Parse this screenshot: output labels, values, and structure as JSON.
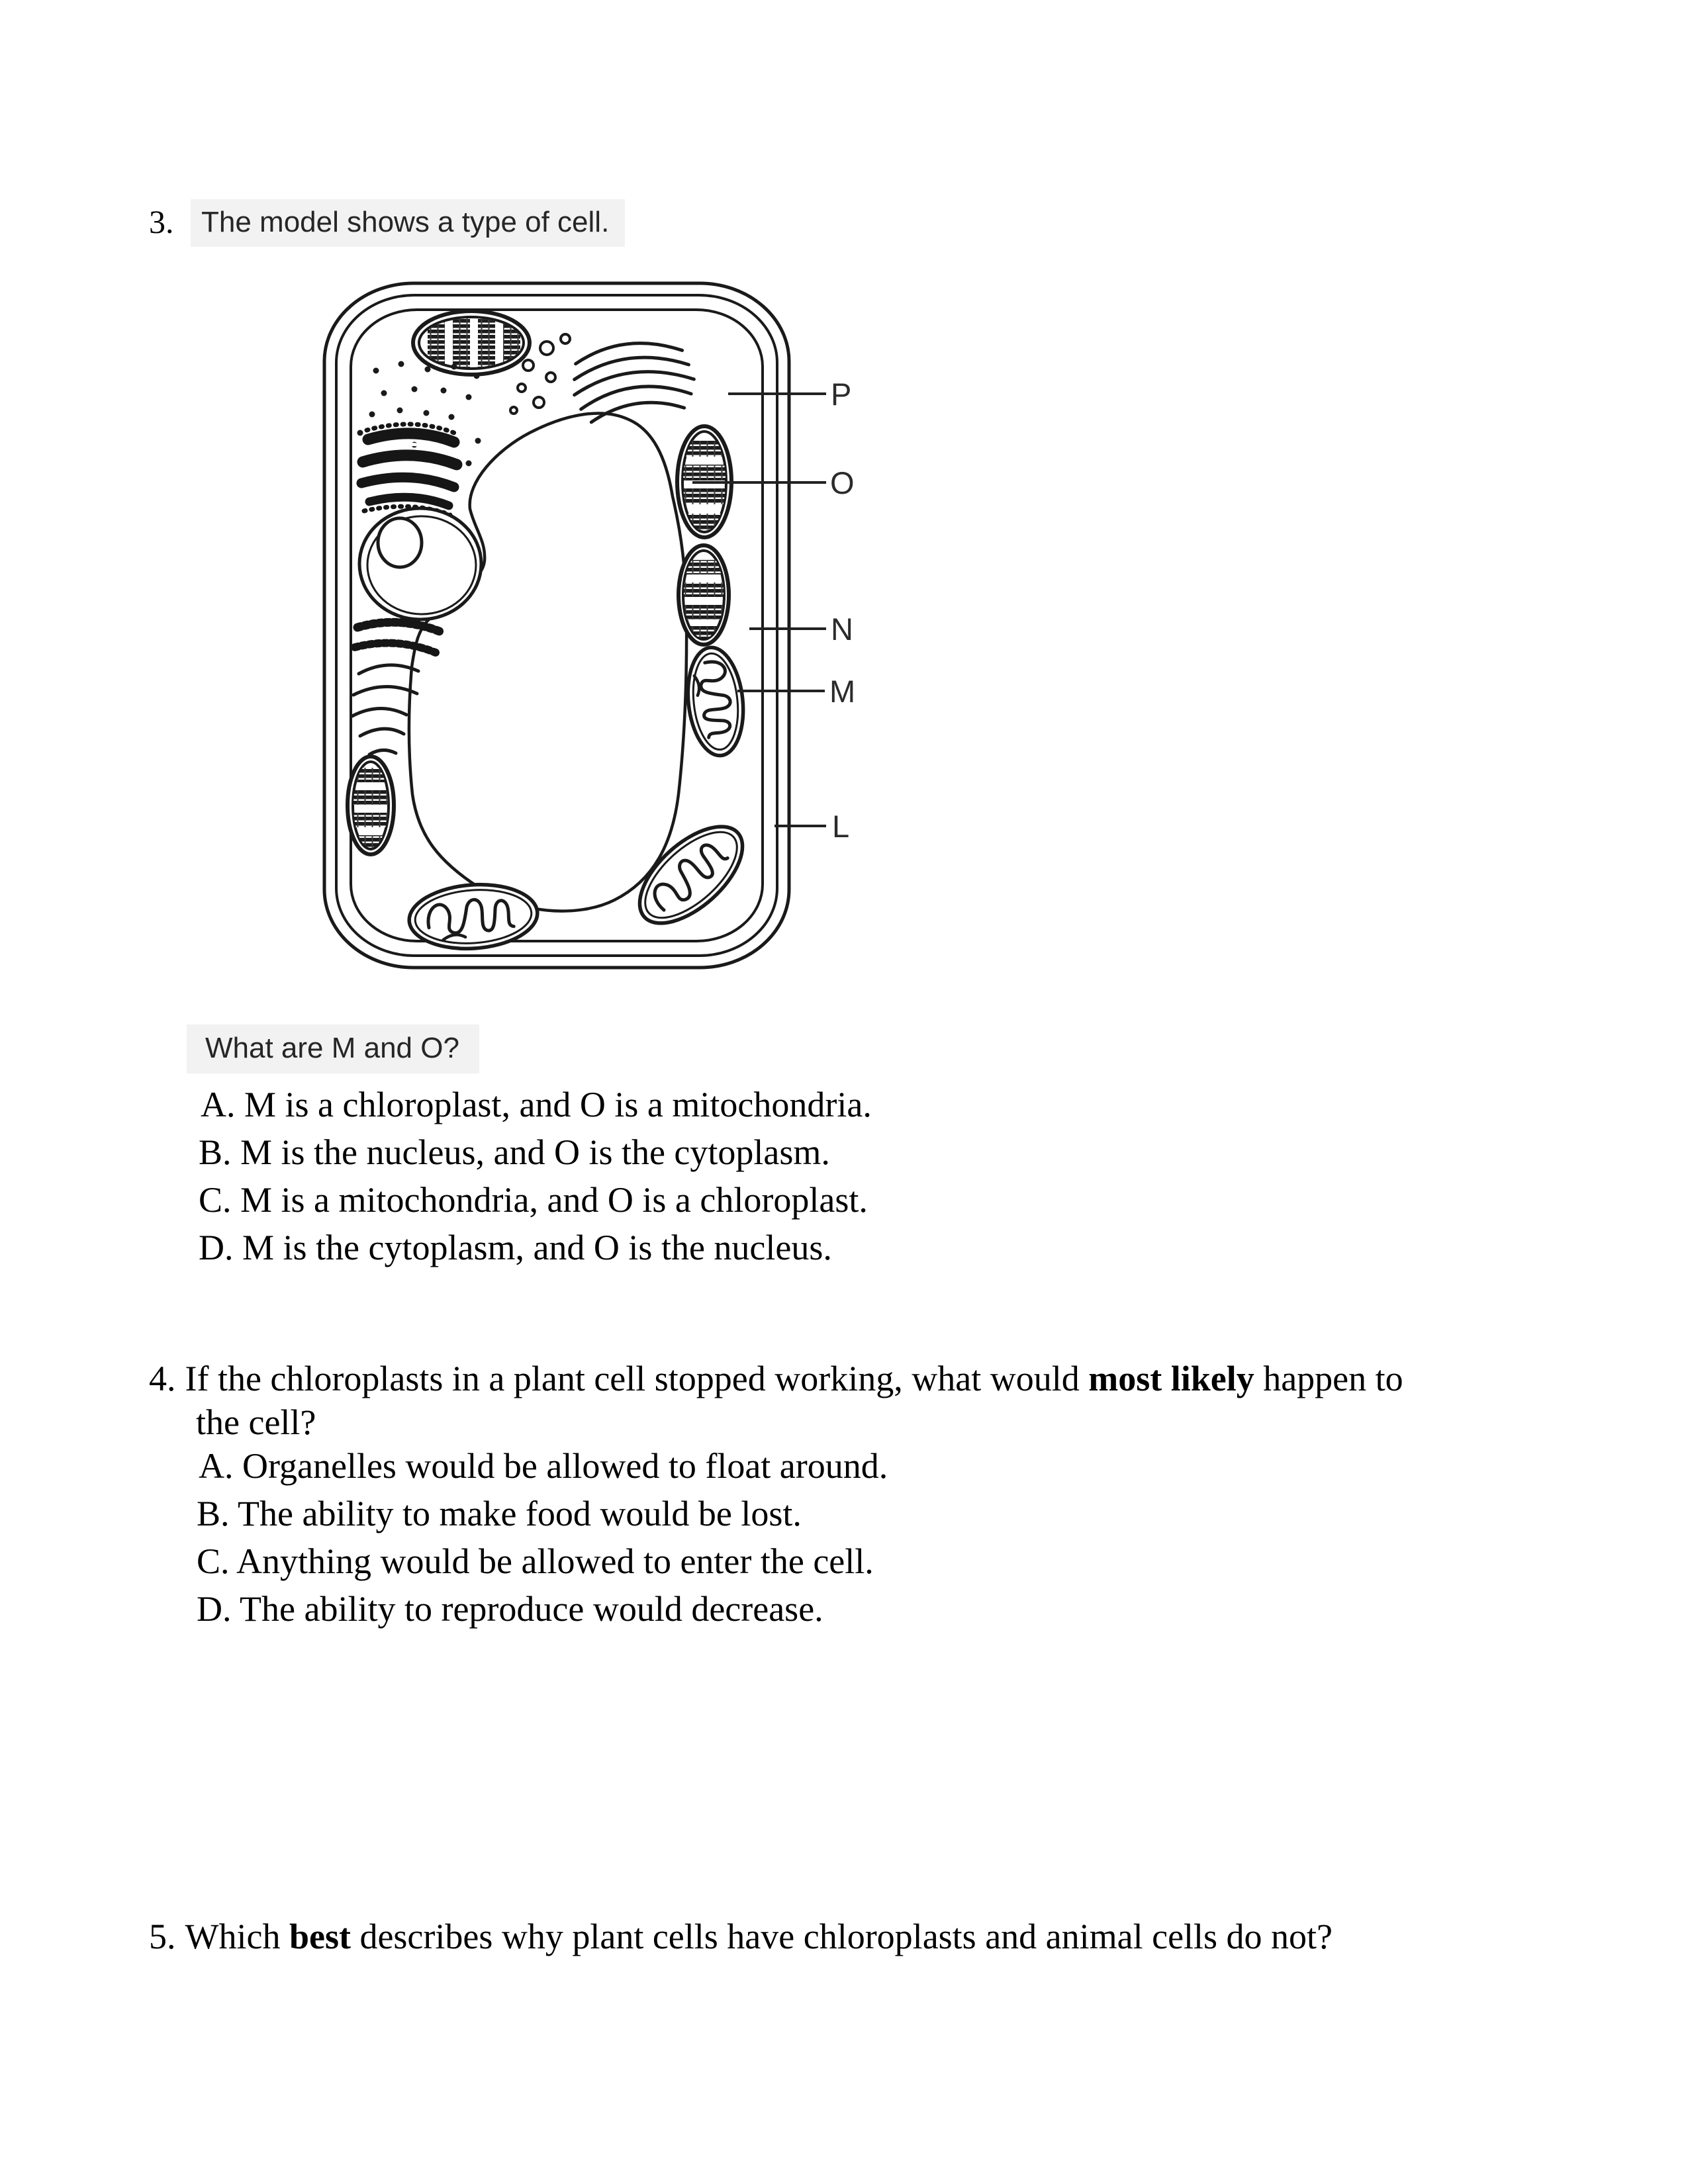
{
  "q3": {
    "number": "3.",
    "prompt": "The model shows a type of cell.",
    "question": "What are M and O?",
    "options": [
      "A. M is a chloroplast, and O is a mitochondria.",
      "B. M is the nucleus, and O is the cytoplasm.",
      "C. M is a mitochondria, and O is a chloroplast.",
      "D. M is the cytoplasm, and O is the nucleus."
    ]
  },
  "diagram": {
    "type": "plant-cell-model",
    "labels": [
      "P",
      "O",
      "N",
      "M",
      "L"
    ]
  },
  "q4": {
    "number": "4.",
    "prompt_pre": "If the chloroplasts in a plant cell stopped working, what would ",
    "prompt_bold": "most likely",
    "prompt_post": " happen to",
    "prompt_line2": "the cell?",
    "options": [
      "A. Organelles would be allowed to float around.",
      "B. The ability to make food would be lost.",
      "C. Anything would be allowed to enter the cell.",
      "D. The ability to reproduce would decrease."
    ]
  },
  "q5": {
    "number": "5.",
    "prompt_pre": "Which ",
    "prompt_bold": "best",
    "prompt_post": " describes why plant cells have chloroplasts and animal cells do not?"
  },
  "colors": {
    "ink": "#1a1a1a",
    "text": "#000000",
    "pasted_text": "#262626",
    "pasted_background": "#f2f2f2"
  }
}
